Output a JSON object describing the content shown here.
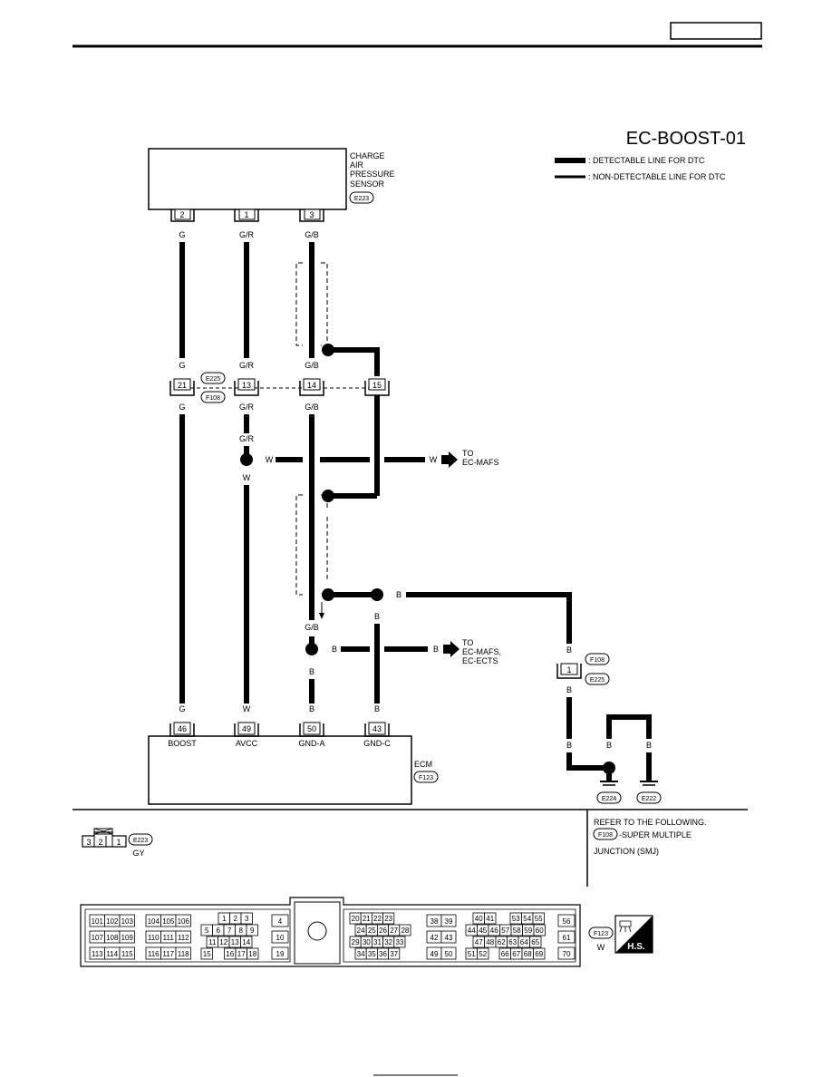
{
  "header": {
    "page_box": ""
  },
  "diagram_id": "EC-BOOST-01",
  "legend": {
    "detectable": ": DETECTABLE LINE FOR DTC",
    "non_detectable": ": NON-DETECTABLE LINE FOR DTC"
  },
  "sensor": {
    "name_lines": [
      "CHARGE",
      "AIR",
      "PRESSURE",
      "SENSOR"
    ],
    "connector": "E223",
    "pins": [
      "2",
      "1",
      "3"
    ]
  },
  "wire_colors": {
    "g": "G",
    "gr": "G/R",
    "gb": "G/B",
    "w": "W",
    "b": "B"
  },
  "joint": {
    "pins": [
      "21",
      "13",
      "14",
      "15"
    ],
    "conn_top": "E225",
    "conn_bottom": "F108"
  },
  "to_mafs": {
    "arrow_label": "W",
    "to": "TO",
    "target": "EC-MAFS"
  },
  "to_mafs_ects": {
    "arrow_label": "B",
    "to": "TO",
    "target_lines": [
      "EC-MAFS,",
      "EC-ECTS"
    ]
  },
  "b_junction": {
    "pin": "1",
    "conn_top": "F108",
    "conn_bottom": "E225"
  },
  "grounds": [
    "E224",
    "E222"
  ],
  "ecm": {
    "label": "ECM",
    "connector": "F123",
    "pins": [
      "46",
      "49",
      "50",
      "43"
    ],
    "pin_names": [
      "BOOST",
      "AVCC",
      "GND-A",
      "GND-C"
    ]
  },
  "refer": {
    "line1": "REFER TO THE FOLLOWING.",
    "conn": "F108",
    "line2": "-SUPER MULTIPLE",
    "line3": "JUNCTION (SMJ)"
  },
  "small_connector": {
    "pins": [
      "3",
      "2",
      "1"
    ],
    "id": "E223",
    "color": "GY"
  },
  "ecm_connector": {
    "id": "F123",
    "color": "W",
    "hs": "H.S.",
    "group1": [
      [
        "101",
        "102",
        "103"
      ],
      [
        "107",
        "108",
        "109"
      ],
      [
        "113",
        "114",
        "115"
      ]
    ],
    "group2": [
      [
        "104",
        "105",
        "106"
      ],
      [
        "110",
        "111",
        "112"
      ],
      [
        "116",
        "117",
        "118"
      ]
    ],
    "group3": [
      [
        "1",
        "2",
        "3"
      ],
      [
        "5",
        "6",
        "7",
        "8",
        "9"
      ],
      [
        "11",
        "12",
        "13",
        "14"
      ],
      [
        "15",
        "16",
        "17",
        "18"
      ]
    ],
    "group4": [
      "4",
      "10",
      "19"
    ],
    "group5": [
      [
        "20",
        "21",
        "22",
        "23"
      ],
      [
        "24",
        "25",
        "26",
        "27",
        "28"
      ],
      [
        "29",
        "30",
        "31",
        "32",
        "33"
      ],
      [
        "34",
        "35",
        "36",
        "37"
      ]
    ],
    "group6": [
      [
        "38",
        "39"
      ],
      [
        "42",
        "43"
      ],
      [
        "49",
        "50"
      ]
    ],
    "group7": [
      [
        "40",
        "41",
        "53",
        "54",
        "55"
      ],
      [
        "44",
        "45",
        "46",
        "57",
        "58",
        "59",
        "60"
      ],
      [
        "47",
        "48",
        "62",
        "63",
        "64",
        "65"
      ],
      [
        "51",
        "52",
        "66",
        "67",
        "68",
        "69"
      ]
    ],
    "group8": [
      "56",
      "61",
      "70"
    ]
  },
  "colors": {
    "line": "#000000",
    "background": "#ffffff"
  }
}
